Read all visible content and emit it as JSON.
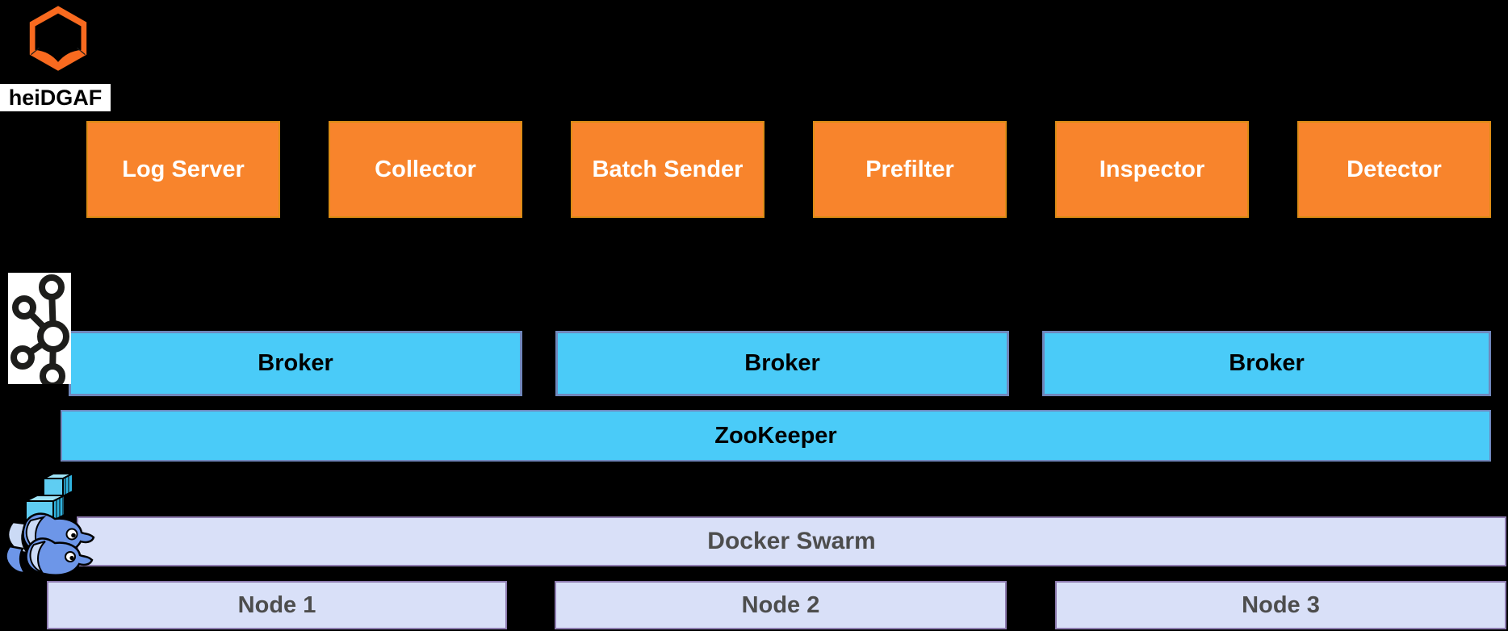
{
  "logo": {
    "label": "heiDGAF"
  },
  "services": {
    "labels": [
      "Log Server",
      "Collector",
      "Batch Sender",
      "Prefilter",
      "Inspector",
      "Detector"
    ]
  },
  "kafka": {
    "broker_labels": [
      "Broker",
      "Broker",
      "Broker"
    ],
    "zookeeper_label": "ZooKeeper"
  },
  "docker": {
    "swarm_label": "Docker Swarm",
    "node_labels": [
      "Node 1",
      "Node 2",
      "Node 3"
    ]
  },
  "icons": {
    "logo": "heidgaf-hexagon-logo",
    "kafka": "kafka-logo",
    "docker": "docker-swarm-whales"
  },
  "colors": {
    "background": "#000000",
    "service_fill": "#F8842C",
    "service_border": "#DD8C16",
    "service_text": "#FFFFFF",
    "kafka_fill": "#4ACBF8",
    "kafka_border": "#6F87BC",
    "kafka_text": "#000000",
    "docker_fill": "#D9E0F8",
    "docker_border": "#8E7CB0",
    "docker_text": "#4D4D4D",
    "logo_orange": "#F96A1F"
  }
}
